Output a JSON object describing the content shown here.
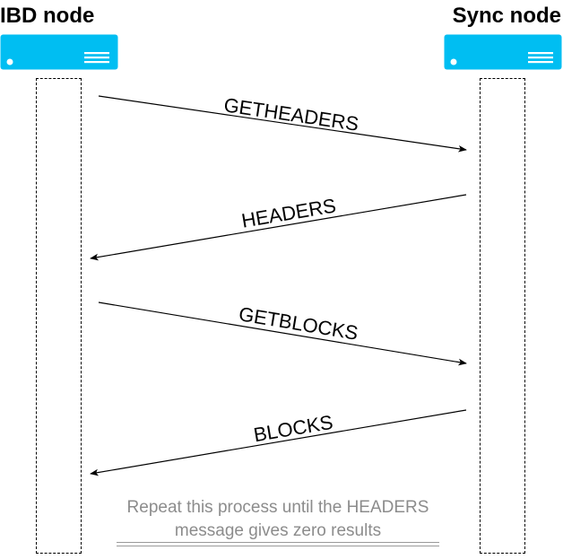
{
  "nodes": {
    "left": {
      "title": "IBD node",
      "icon": "server-icon"
    },
    "right": {
      "title": "Sync node",
      "icon": "server-icon"
    }
  },
  "messages": [
    {
      "label": "GETHEADERS",
      "from": "IBD node",
      "to": "Sync node"
    },
    {
      "label": "HEADERS",
      "from": "Sync node",
      "to": "IBD node"
    },
    {
      "label": "GETBLOCKS",
      "from": "IBD node",
      "to": "Sync node"
    },
    {
      "label": "BLOCKS",
      "from": "Sync node",
      "to": "IBD node"
    }
  ],
  "note": {
    "line1": "Repeat this process until the HEADERS",
    "line2": "message gives zero results"
  },
  "colors": {
    "server_fill": "#00BEF2",
    "note_text": "#8C8C8C"
  }
}
